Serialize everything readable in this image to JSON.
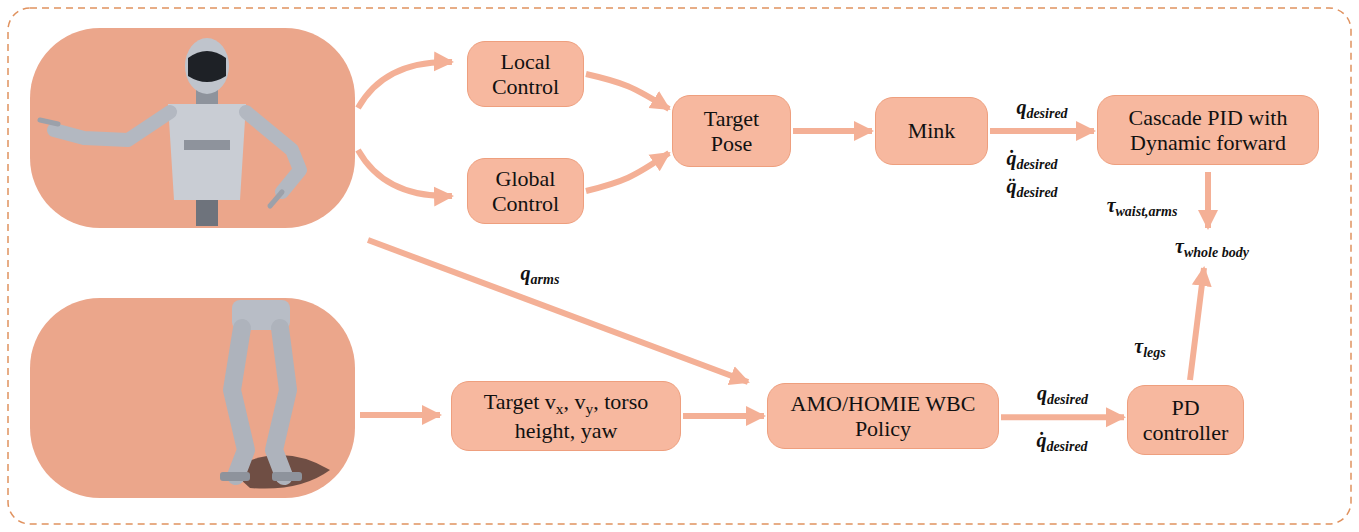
{
  "diagram": {
    "nodes": [
      {
        "text": [
          "Local Control"
        ]
      },
      {
        "text": [
          "Global Control"
        ]
      },
      {
        "text": [
          "Target Pose"
        ]
      },
      {
        "text": [
          "Mink"
        ]
      },
      {
        "text": [
          "Cascade PID with Dynamic forward"
        ]
      },
      {
        "text": [
          "Target vx, vy, torso height, yaw"
        ]
      },
      {
        "text": [
          "AMO/HOMIE WBC Policy"
        ]
      },
      {
        "text": [
          "PD controller"
        ]
      }
    ],
    "edges": [
      {
        "from": 0,
        "to": 2,
        "arrow": "to"
      },
      {
        "from": 1,
        "to": 2,
        "arrow": "to"
      },
      {
        "from": 2,
        "to": 3,
        "arrow": "to"
      },
      {
        "from": 3,
        "to": 4,
        "arrow": "to",
        "label": "qdesired"
      },
      {
        "from": 5,
        "to": 6,
        "arrow": "to"
      },
      {
        "from": 6,
        "to": 7,
        "arrow": "to",
        "label": "qdesired"
      }
    ],
    "labels": [
      "qarms",
      "q̇desired",
      "q̈desired",
      "τwaist,arms",
      "τwhole body",
      "τlegs",
      "q̇desired"
    ]
  }
}
